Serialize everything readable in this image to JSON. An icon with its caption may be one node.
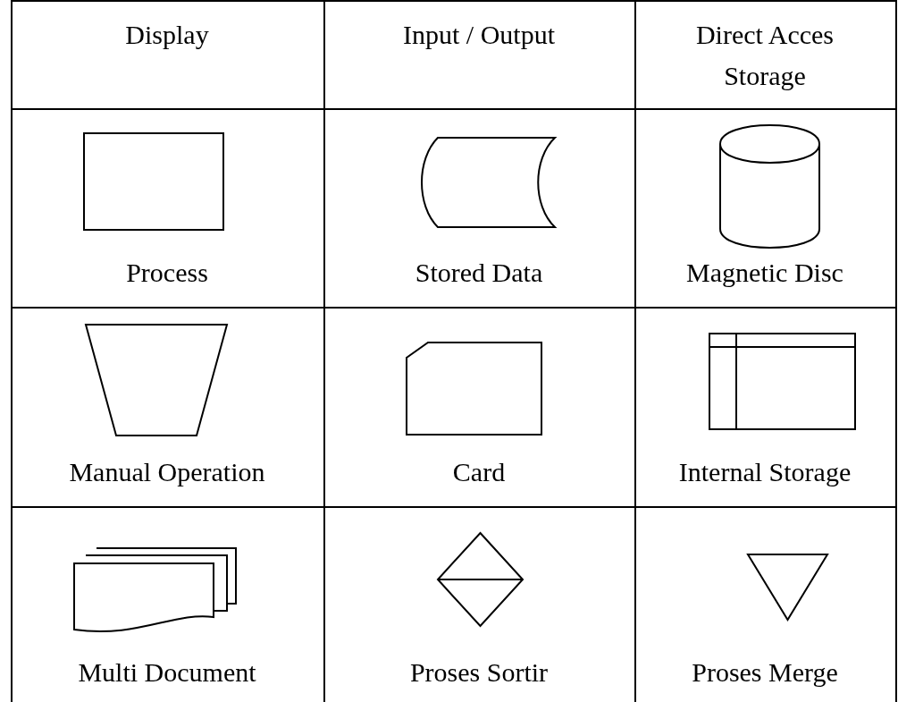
{
  "diagram": {
    "nodes": [
      {
        "text": [],
        "shape": "box",
        "beside": [
          "Process"
        ]
      },
      {
        "text": [],
        "shape": "drum",
        "beside": [
          "Stored Data"
        ]
      },
      {
        "text": [],
        "shape": "cylinder",
        "beside": [
          "Magnetic Disc"
        ]
      },
      {
        "text": [],
        "shape": "trapezoid",
        "beside": [
          "Manual Operation"
        ]
      },
      {
        "text": [],
        "shape": "card",
        "beside": [
          "Card"
        ]
      },
      {
        "text": [],
        "shape": "grid",
        "beside": [
          "Internal Storage"
        ]
      },
      {
        "text": [],
        "shape": "documents",
        "beside": [
          "Multi Document"
        ]
      },
      {
        "text": [],
        "shape": "diamond",
        "beside": [
          "Proses Sortir"
        ]
      },
      {
        "text": [],
        "shape": "triangle",
        "beside": [
          "Proses Merge"
        ]
      }
    ],
    "labels": [
      "Display",
      "Input / Output",
      "Direct Acces Storage"
    ]
  }
}
